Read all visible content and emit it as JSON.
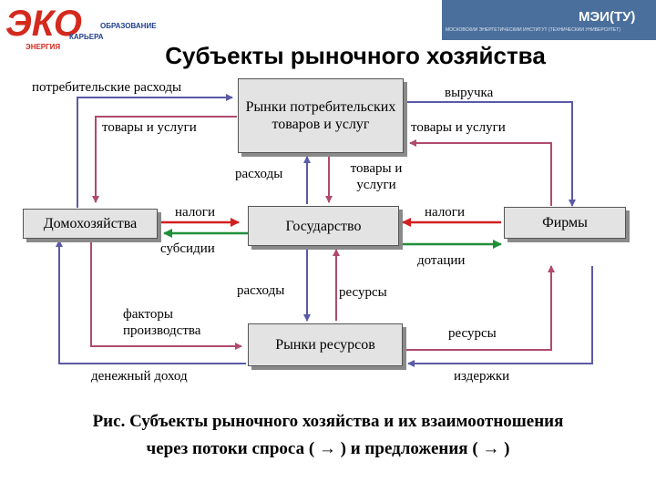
{
  "header": {
    "logo_main": "ЭКО",
    "logo_line1": "ОБРАЗОВАНИЕ",
    "logo_line2": "КАРЬЕРА",
    "logo_line3": "ЭНЕРГИЯ",
    "banner_title": "МЭИ(ТУ)",
    "banner_subtitle": "МОСКОВСКИЙ ЭНЕРГЕТИЧЕСКИЙ ИНСТИТУТ (ТЕХНИЧЕСКИЙ УНИВЕРСИТЕТ)"
  },
  "title": "Субъекты рыночного хозяйства",
  "boxes": {
    "consumer_markets": "Рынки потребительских товаров и услуг",
    "households": "Домохозяйства",
    "government": "Государство",
    "firms": "Фирмы",
    "resource_markets": "Рынки ресурсов"
  },
  "labels": {
    "consumer_spending": "потребительские расходы",
    "revenue": "выручка",
    "goods_services_left": "товары и услуги",
    "goods_services_right": "товары и услуги",
    "gov_spending_top": "расходы",
    "gov_goods_services": "товары и услуги",
    "taxes_left": "налоги",
    "subsidies": "субсидии",
    "taxes_right": "налоги",
    "grants": "дотации",
    "gov_spending_bottom": "расходы",
    "gov_resources": "ресурсы",
    "factors_of_production": "факторы производства",
    "money_income": "денежный доход",
    "resources_right": "ресурсы",
    "costs": "издержки"
  },
  "caption": {
    "line1": "Рис. Субъекты рыночного хозяйства и их взаимоотношения",
    "line2": "через потоки спроса ( → ) и предложения  ( → )"
  },
  "colors": {
    "demand_flow": "#5a5aa8",
    "supply_flow": "#b04a6e",
    "subsidy_flow": "#1f8f3a",
    "tax_flow": "#d21f1f",
    "logo_red": "#d42a1e",
    "logo_blue": "#1f3f8f",
    "banner": "#4a6f9c"
  }
}
